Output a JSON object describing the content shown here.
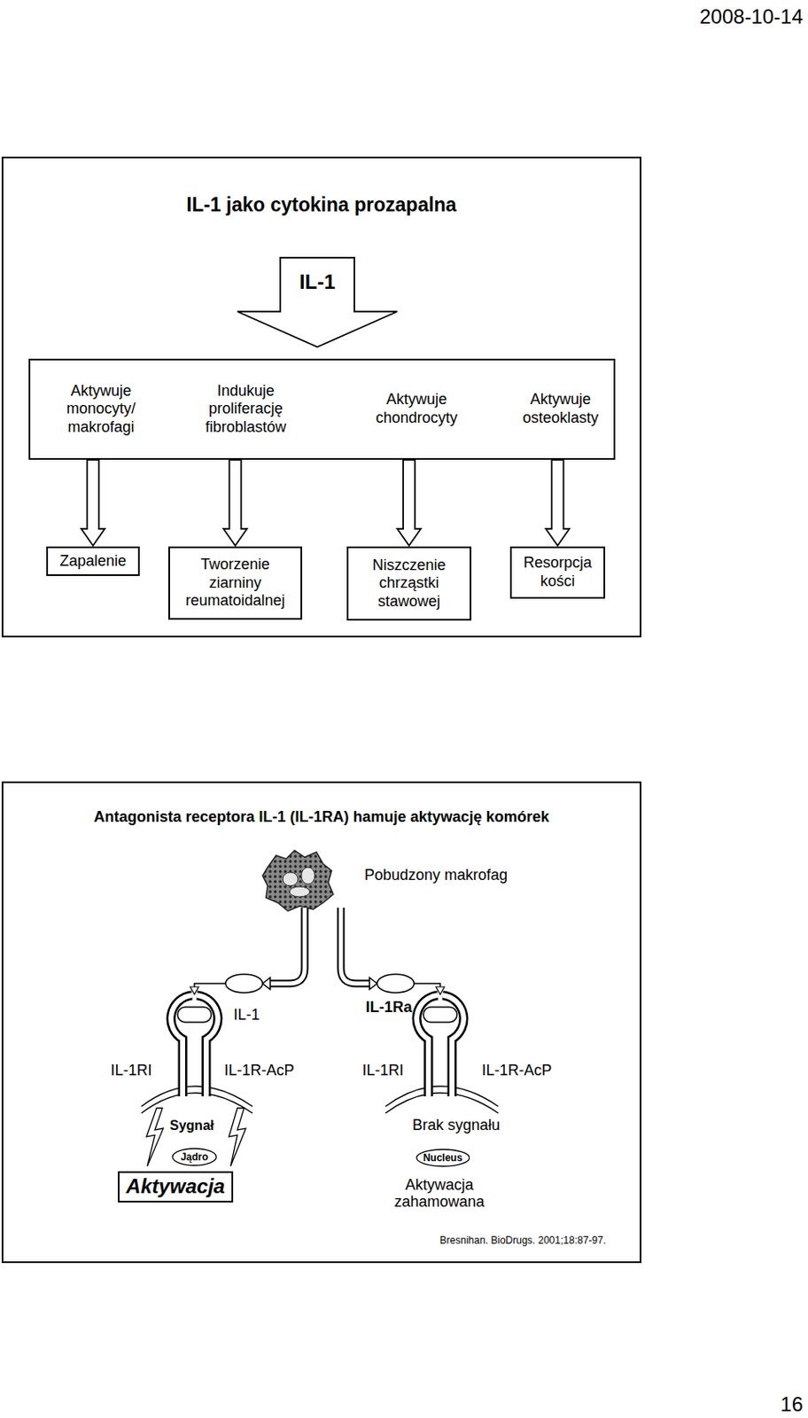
{
  "diagram": {
    "nodes": [
      {
        "text": [
          "IL-1 jako cytokina prozapalna"
        ]
      },
      {
        "text": [
          "IL-1"
        ],
        "in": 0
      },
      {
        "text": [
          "Aktywuje monocyty/ makrofagi",
          "Indukuje proliferację fibroblastów",
          "Aktywuje chondrocyty",
          "Aktywuje osteoklasty"
        ],
        "in": 0
      },
      {
        "text": [
          "Zapalenie"
        ],
        "in": 0
      },
      {
        "text": [
          "Tworzenie ziarniny reumatoidalnej"
        ],
        "in": 0
      },
      {
        "text": [
          "Niszczenie chrząstki stawowej"
        ],
        "in": 0
      },
      {
        "text": [
          "Resorpcja kości"
        ],
        "in": 0
      },
      {
        "text": [
          "Antagonista receptora IL-1 (IL-1RA) hamuje aktywację komórek"
        ]
      },
      {
        "text": [
          "Jądro"
        ],
        "in": 7
      },
      {
        "text": [
          "Aktywacja"
        ],
        "in": 7
      },
      {
        "text": [
          "Nucleus"
        ],
        "in": 7
      }
    ],
    "edges": [
      {
        "from": 2,
        "to": 3,
        "arrow": "to"
      },
      {
        "from": 2,
        "to": 4,
        "arrow": "to"
      },
      {
        "from": 2,
        "to": 5,
        "arrow": "to"
      },
      {
        "from": 2,
        "to": 6,
        "arrow": "to"
      }
    ],
    "labels": [
      "2008-10-14",
      "Pobudzony makrofag",
      "IL-1",
      "IL-1Ra",
      "IL-1RI",
      "IL-1R-AcP",
      "IL-1RI",
      "IL-1R-AcP",
      "Sygnał",
      "Brak sygnału",
      "Aktywacja zahamowana",
      "Bresnihan. BioDrugs. 2001;18:87-97.",
      "16"
    ]
  }
}
